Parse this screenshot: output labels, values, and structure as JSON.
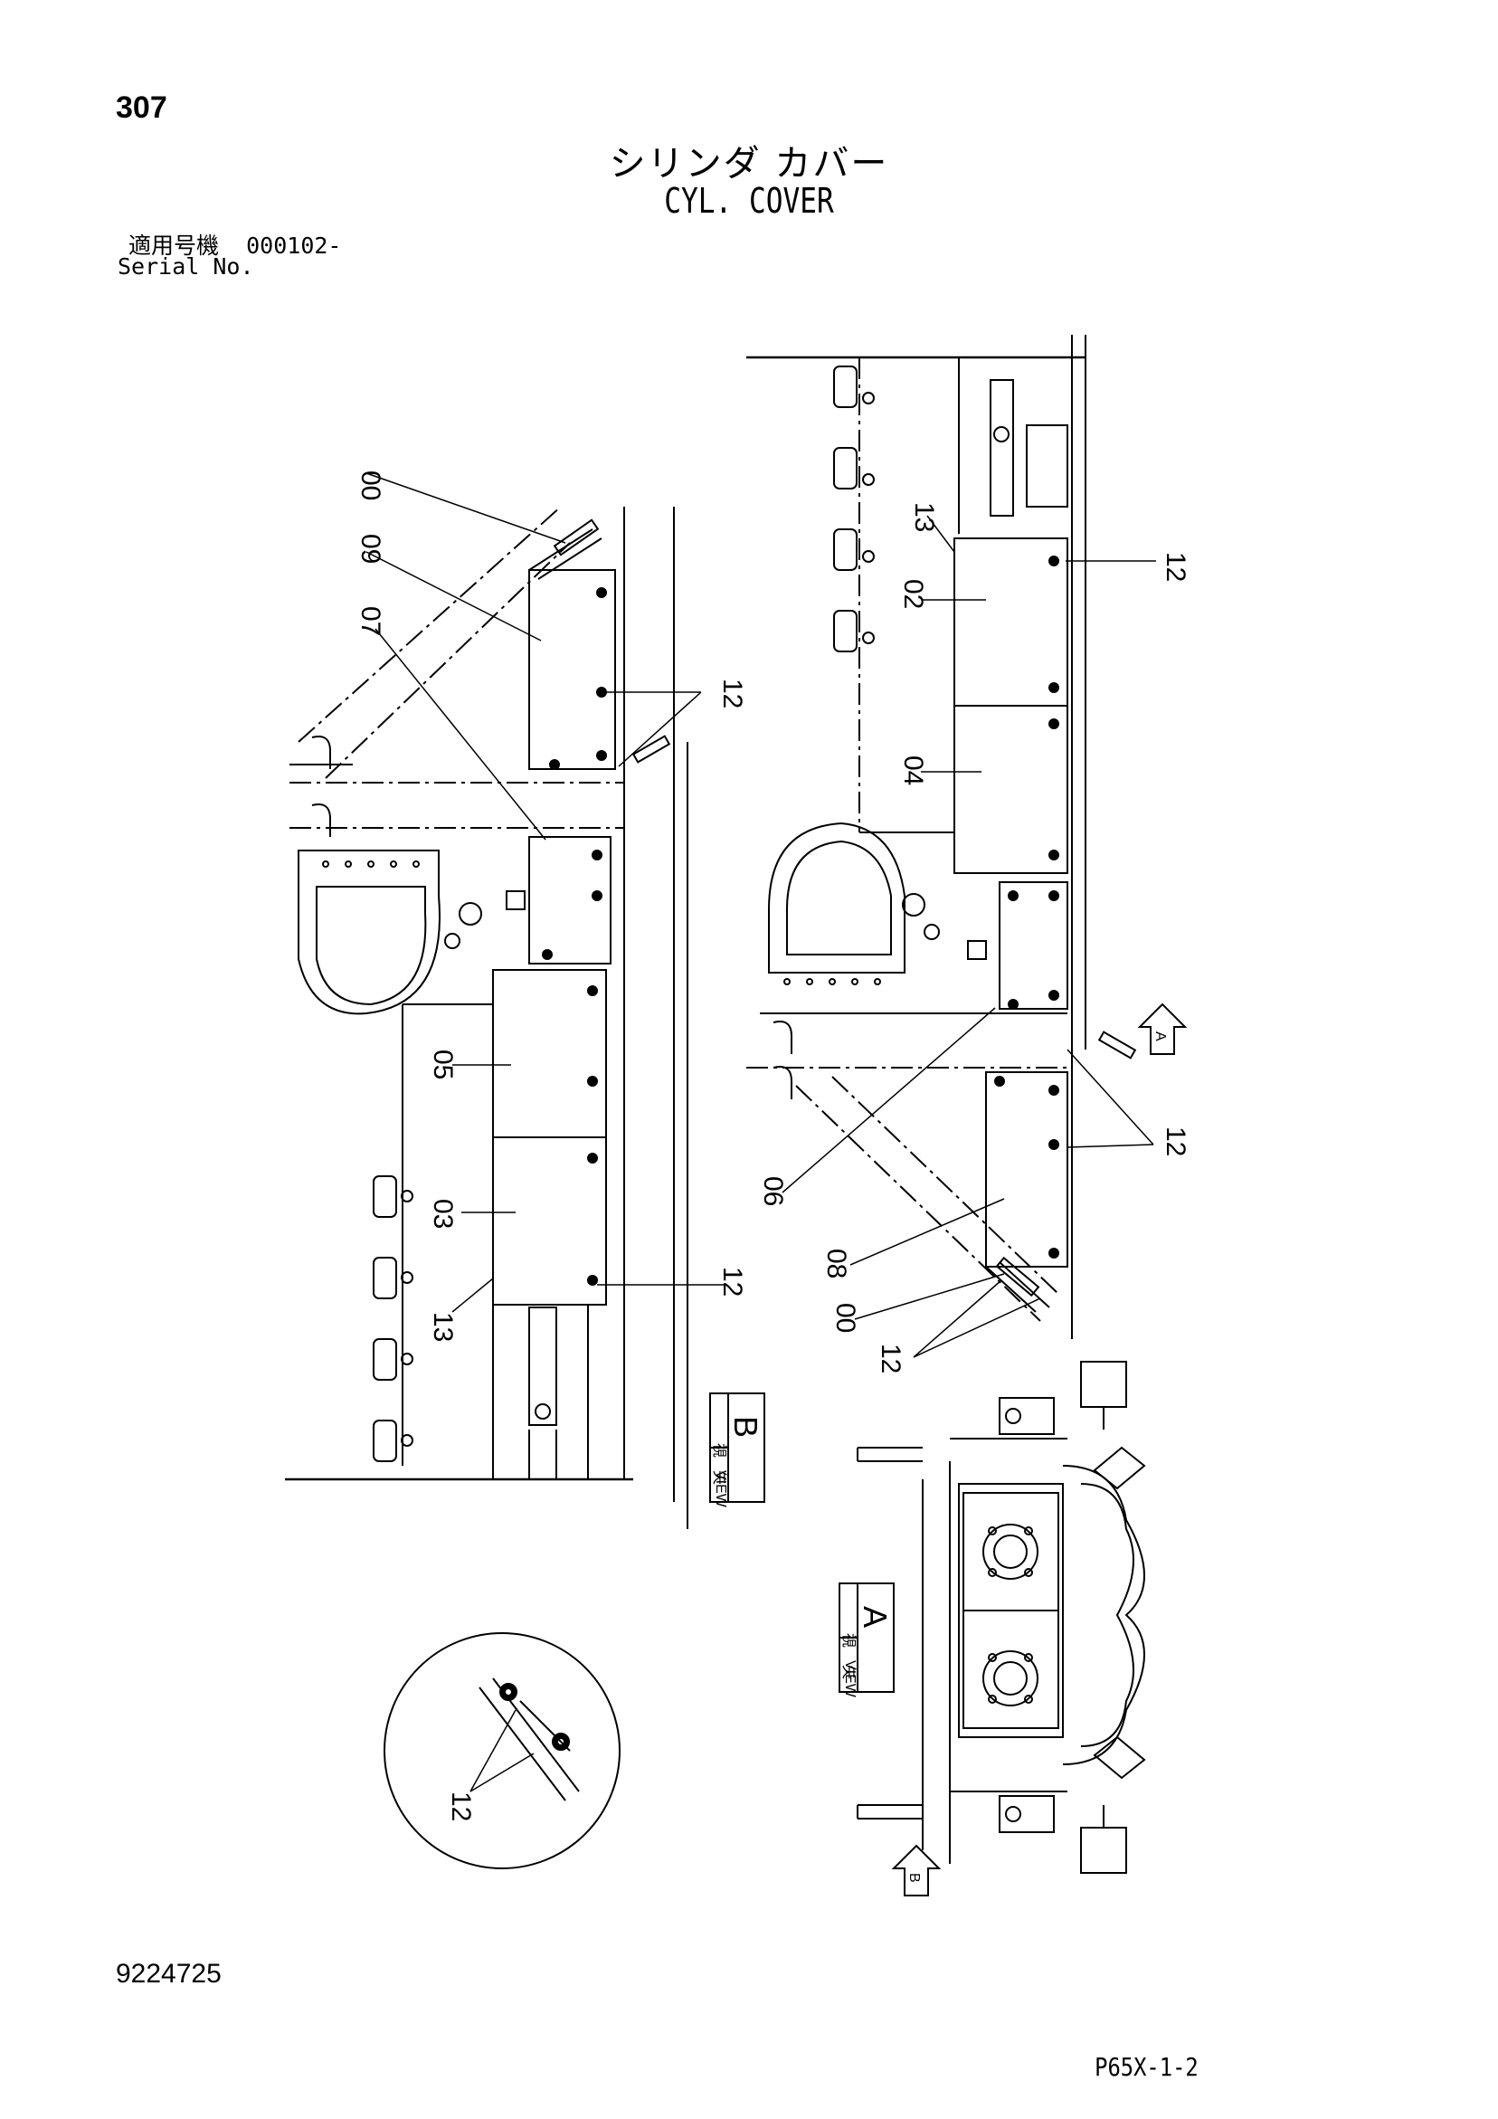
{
  "header": {
    "page_number": "307",
    "title_jp": "シリンダ カバー",
    "title_en": "CYL. COVER",
    "serial_label_jp": "適用号機",
    "serial_value": "000102-",
    "serial_label_en": "Serial No."
  },
  "callouts": {
    "left_view": {
      "c00": "00",
      "c09": "09",
      "c07": "07",
      "c12a": "12",
      "c05": "05",
      "c03": "03",
      "c13": "13",
      "c12b": "12"
    },
    "right_view": {
      "c13": "13",
      "c02": "02",
      "c12a": "12",
      "c04": "04",
      "c06": "06",
      "c12b": "12",
      "c08": "08",
      "c00": "00",
      "c12c": "12"
    },
    "detail_circle": {
      "c12": "12"
    }
  },
  "view_markers": {
    "view_b": {
      "kanji_1": "矢",
      "kanji_2": "視",
      "word": "VIEW",
      "letter": "B"
    },
    "view_a": {
      "kanji_1": "矢",
      "kanji_2": "視",
      "word": "VIEW",
      "letter": "A"
    },
    "arrow_a": "A",
    "arrow_b": "B"
  },
  "footer": {
    "doc_number": "9224725",
    "page_code": "P65X-1-2"
  }
}
